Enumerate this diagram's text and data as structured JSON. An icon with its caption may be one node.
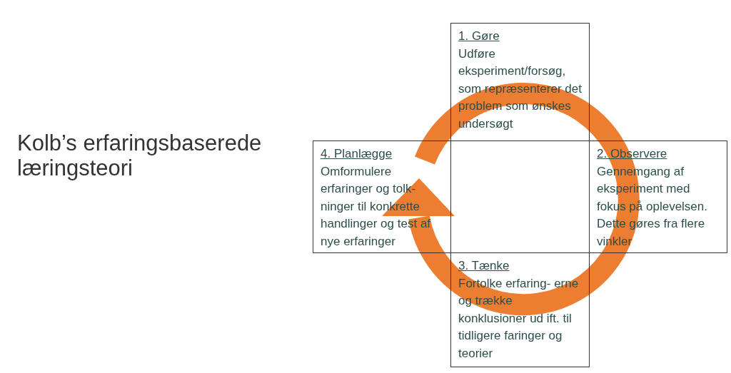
{
  "diagram": {
    "title": "Kolb’s erfaringsbaserede læringsteori",
    "nodes": [
      {
        "text": [
          "1. Gøre",
          "Udføre eksperiment/forsøg, som repræsenterer det problem som ønskes undersøgt"
        ]
      },
      {
        "text": [
          "4. Planlægge",
          "Omformulere erfaringer og tolk- ninger til konkrette handlinger og test af nye erfaringer"
        ]
      },
      {
        "text": [
          "2. Observere",
          "Gennemgang af eksperiment med fokus på oplevelsen. Dette gøres fra flere vinkler"
        ]
      },
      {
        "text": [
          "3. Tænke",
          "Fortolke erfaring- erne og trække konklusioner ud ift. til tidligere faringer og teorier"
        ]
      }
    ]
  }
}
